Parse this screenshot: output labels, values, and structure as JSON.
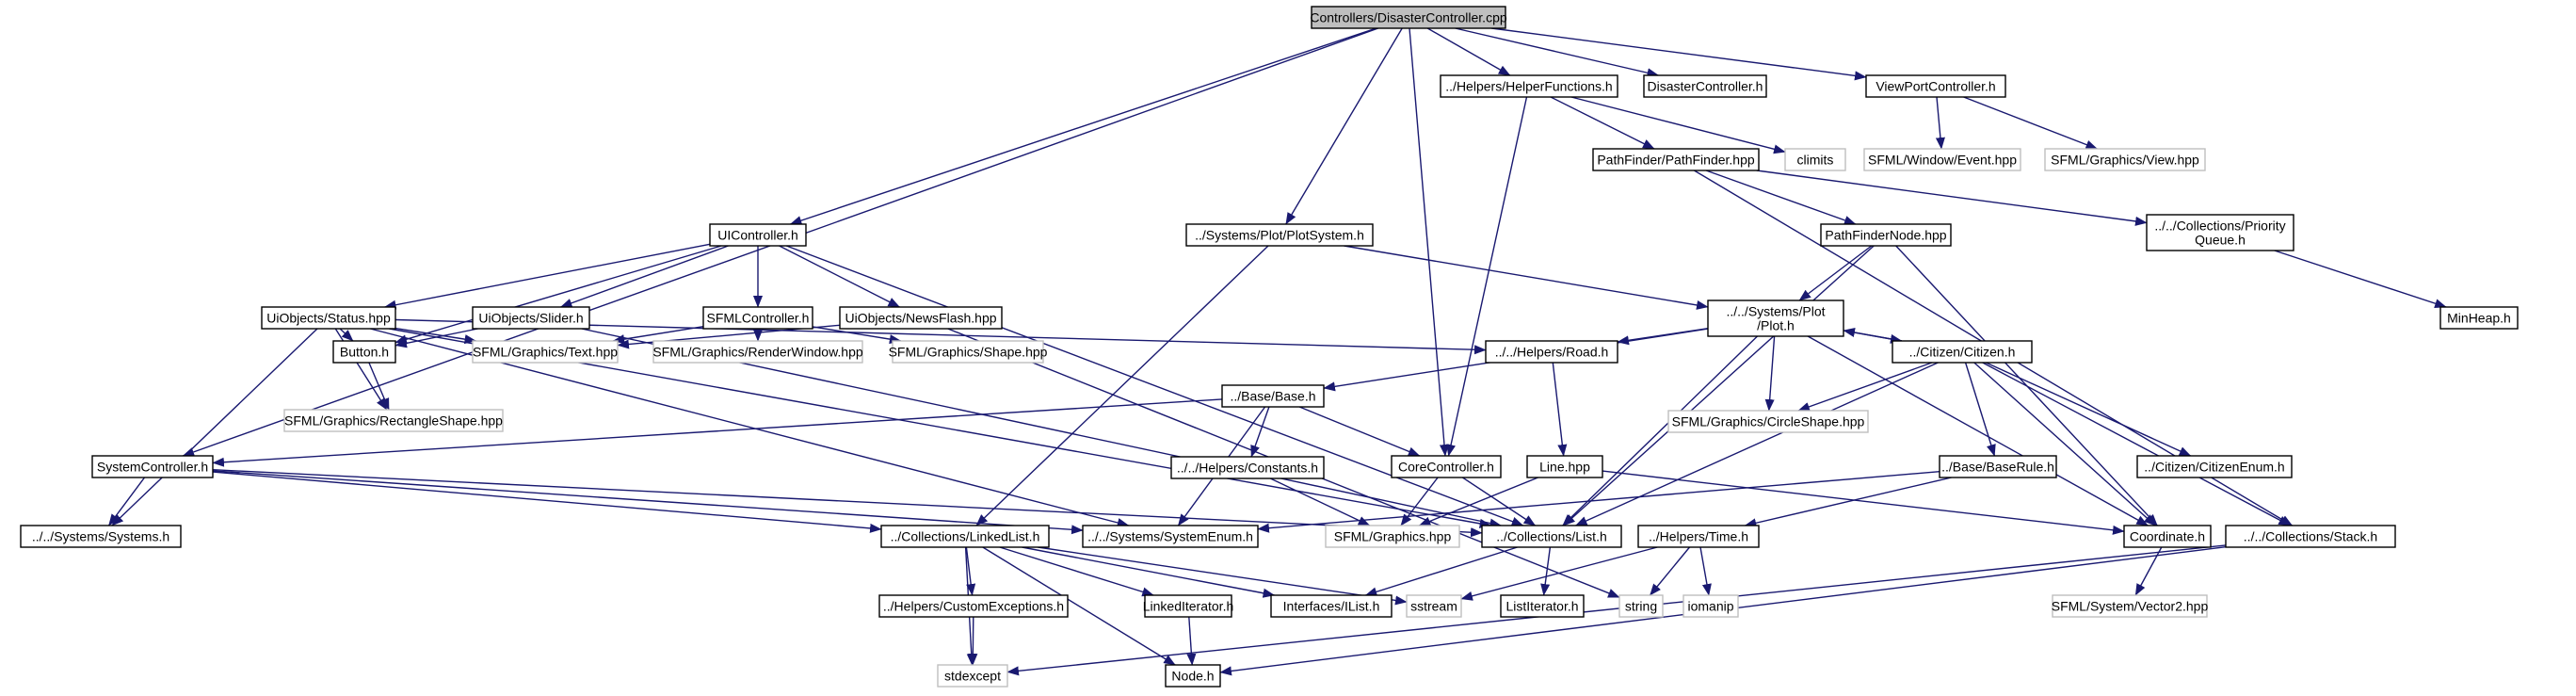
{
  "colors": {
    "edge": "#191970",
    "box_border": "#000000",
    "box_border_system": "#bfbfbf",
    "root_fill": "#bfbfbf",
    "text": "#000000",
    "text_system": "#000000"
  },
  "nodes": [
    {
      "id": "root",
      "label": "Controllers/DisasterController.cpp",
      "kind": "root"
    },
    {
      "id": "helperfunctions",
      "label": "../Helpers/HelperFunctions.h",
      "kind": "local"
    },
    {
      "id": "disastercontroller_h",
      "label": "DisasterController.h",
      "kind": "local"
    },
    {
      "id": "viewportcontroller",
      "label": "ViewPortController.h",
      "kind": "local"
    },
    {
      "id": "climits",
      "label": "climits",
      "kind": "system"
    },
    {
      "id": "sfml_window_event",
      "label": "SFML/Window/Event.hpp",
      "kind": "system"
    },
    {
      "id": "sfml_view",
      "label": "SFML/Graphics/View.hpp",
      "kind": "system"
    },
    {
      "id": "pathfinder",
      "label": "PathFinder/PathFinder.hpp",
      "kind": "local"
    },
    {
      "id": "priorityqueue",
      "label": "../../Collections/Priority\nQueue.h",
      "kind": "local"
    },
    {
      "id": "uicontroller",
      "label": "UIController.h",
      "kind": "local"
    },
    {
      "id": "plotsystem",
      "label": "../Systems/Plot/PlotSystem.h",
      "kind": "local"
    },
    {
      "id": "pathfindernode",
      "label": "PathFinderNode.hpp",
      "kind": "local"
    },
    {
      "id": "plot",
      "label": "../../Systems/Plot\n/Plot.h",
      "kind": "local"
    },
    {
      "id": "minheap",
      "label": "MinHeap.h",
      "kind": "local"
    },
    {
      "id": "status",
      "label": "UiObjects/Status.hpp",
      "kind": "local"
    },
    {
      "id": "slider",
      "label": "UiObjects/Slider.h",
      "kind": "local"
    },
    {
      "id": "sfmlcontroller",
      "label": "SFMLController.h",
      "kind": "local"
    },
    {
      "id": "newsflash",
      "label": "UiObjects/NewsFlash.hpp",
      "kind": "local"
    },
    {
      "id": "button",
      "label": "Button.h",
      "kind": "local"
    },
    {
      "id": "sfml_text",
      "label": "SFML/Graphics/Text.hpp",
      "kind": "system"
    },
    {
      "id": "sfml_renderwindow",
      "label": "SFML/Graphics/RenderWindow.hpp",
      "kind": "system"
    },
    {
      "id": "sfml_shape",
      "label": "SFML/Graphics/Shape.hpp",
      "kind": "system"
    },
    {
      "id": "base",
      "label": "../Base/Base.h",
      "kind": "local"
    },
    {
      "id": "road",
      "label": "../../Helpers/Road.h",
      "kind": "local"
    },
    {
      "id": "citizen",
      "label": "../Citizen/Citizen.h",
      "kind": "local"
    },
    {
      "id": "sfml_rectangleshape",
      "label": "SFML/Graphics/RectangleShape.hpp",
      "kind": "system"
    },
    {
      "id": "systemcontroller",
      "label": "SystemController.h",
      "kind": "local"
    },
    {
      "id": "constants",
      "label": "../../Helpers/Constants.h",
      "kind": "local"
    },
    {
      "id": "corecontroller",
      "label": "CoreController.h",
      "kind": "local"
    },
    {
      "id": "line",
      "label": "Line.hpp",
      "kind": "local"
    },
    {
      "id": "sfml_circleshape",
      "label": "SFML/Graphics/CircleShape.hpp",
      "kind": "system"
    },
    {
      "id": "baserule",
      "label": "../Base/BaseRule.h",
      "kind": "local"
    },
    {
      "id": "citizenenum",
      "label": "../Citizen/CitizenEnum.h",
      "kind": "local"
    },
    {
      "id": "systems",
      "label": "../../Systems/Systems.h",
      "kind": "local"
    },
    {
      "id": "linkedlist",
      "label": "../Collections/LinkedList.h",
      "kind": "local"
    },
    {
      "id": "systemenum",
      "label": "../../Systems/SystemEnum.h",
      "kind": "local"
    },
    {
      "id": "sfml_graphics",
      "label": "SFML/Graphics.hpp",
      "kind": "system"
    },
    {
      "id": "list",
      "label": "../Collections/List.h",
      "kind": "local"
    },
    {
      "id": "time",
      "label": "../Helpers/Time.h",
      "kind": "local"
    },
    {
      "id": "coordinate",
      "label": "Coordinate.h",
      "kind": "local"
    },
    {
      "id": "stack",
      "label": "../../Collections/Stack.h",
      "kind": "local"
    },
    {
      "id": "customexceptions",
      "label": "../Helpers/CustomExceptions.h",
      "kind": "local"
    },
    {
      "id": "linkediterator",
      "label": "LinkedIterator.h",
      "kind": "local"
    },
    {
      "id": "ilist",
      "label": "Interfaces/IList.h",
      "kind": "local"
    },
    {
      "id": "sstream",
      "label": "sstream",
      "kind": "system"
    },
    {
      "id": "string",
      "label": "string",
      "kind": "system"
    },
    {
      "id": "listiterator",
      "label": "ListIterator.h",
      "kind": "local"
    },
    {
      "id": "iomanip",
      "label": "iomanip",
      "kind": "system"
    },
    {
      "id": "sfml_vector2",
      "label": "SFML/System/Vector2.hpp",
      "kind": "system"
    },
    {
      "id": "stdexcept",
      "label": "stdexcept",
      "kind": "system"
    },
    {
      "id": "node",
      "label": "Node.h",
      "kind": "local"
    }
  ],
  "edges": [
    [
      "root",
      "helperfunctions"
    ],
    [
      "root",
      "disastercontroller_h"
    ],
    [
      "root",
      "viewportcontroller"
    ],
    [
      "root",
      "uicontroller"
    ],
    [
      "root",
      "plotsystem"
    ],
    [
      "root",
      "corecontroller"
    ],
    [
      "root",
      "systemcontroller"
    ],
    [
      "helperfunctions",
      "pathfinder"
    ],
    [
      "helperfunctions",
      "climits"
    ],
    [
      "helperfunctions",
      "corecontroller"
    ],
    [
      "viewportcontroller",
      "sfml_window_event"
    ],
    [
      "viewportcontroller",
      "sfml_view"
    ],
    [
      "pathfinder",
      "pathfindernode"
    ],
    [
      "pathfinder",
      "priorityqueue"
    ],
    [
      "pathfinder",
      "stack"
    ],
    [
      "priorityqueue",
      "minheap"
    ],
    [
      "pathfindernode",
      "plot"
    ],
    [
      "pathfindernode",
      "coordinate"
    ],
    [
      "pathfindernode",
      "list"
    ],
    [
      "uicontroller",
      "status"
    ],
    [
      "uicontroller",
      "slider"
    ],
    [
      "uicontroller",
      "sfmlcontroller"
    ],
    [
      "uicontroller",
      "newsflash"
    ],
    [
      "uicontroller",
      "button"
    ],
    [
      "uicontroller",
      "list"
    ],
    [
      "plotsystem",
      "plot"
    ],
    [
      "plotsystem",
      "linkedlist"
    ],
    [
      "plot",
      "base"
    ],
    [
      "plot",
      "road"
    ],
    [
      "plot",
      "citizen"
    ],
    [
      "plot",
      "sfml_circleshape"
    ],
    [
      "plot",
      "list"
    ],
    [
      "plot",
      "coordinate"
    ],
    [
      "citizen",
      "plot"
    ],
    [
      "citizen",
      "sfml_circleshape"
    ],
    [
      "citizen",
      "baserule"
    ],
    [
      "citizen",
      "citizenenum"
    ],
    [
      "citizen",
      "list"
    ],
    [
      "citizen",
      "coordinate"
    ],
    [
      "citizen",
      "stack"
    ],
    [
      "status",
      "button"
    ],
    [
      "status",
      "sfml_text"
    ],
    [
      "status",
      "sfml_rectangleshape"
    ],
    [
      "status",
      "road"
    ],
    [
      "status",
      "systems"
    ],
    [
      "status",
      "systemenum"
    ],
    [
      "status",
      "list"
    ],
    [
      "slider",
      "button"
    ],
    [
      "slider",
      "list"
    ],
    [
      "sfmlcontroller",
      "sfml_text"
    ],
    [
      "sfmlcontroller",
      "sfml_renderwindow"
    ],
    [
      "sfmlcontroller",
      "sfml_shape"
    ],
    [
      "newsflash",
      "sfml_text"
    ],
    [
      "newsflash",
      "string"
    ],
    [
      "button",
      "sfml_rectangleshape"
    ],
    [
      "base",
      "systemcontroller"
    ],
    [
      "base",
      "constants"
    ],
    [
      "base",
      "corecontroller"
    ],
    [
      "base",
      "systemenum"
    ],
    [
      "systemcontroller",
      "systems"
    ],
    [
      "systemcontroller",
      "linkedlist"
    ],
    [
      "systemcontroller",
      "systemenum"
    ],
    [
      "systemcontroller",
      "list"
    ],
    [
      "constants",
      "sfml_graphics"
    ],
    [
      "corecontroller",
      "sfml_graphics"
    ],
    [
      "corecontroller",
      "list"
    ],
    [
      "line",
      "sfml_graphics"
    ],
    [
      "line",
      "coordinate"
    ],
    [
      "road",
      "line"
    ],
    [
      "baserule",
      "time"
    ],
    [
      "baserule",
      "systemenum"
    ],
    [
      "linkedlist",
      "customexceptions"
    ],
    [
      "linkedlist",
      "linkediterator"
    ],
    [
      "linkedlist",
      "ilist"
    ],
    [
      "linkedlist",
      "node"
    ],
    [
      "linkedlist",
      "stdexcept"
    ],
    [
      "linkedlist",
      "sstream"
    ],
    [
      "list",
      "ilist"
    ],
    [
      "list",
      "listiterator"
    ],
    [
      "time",
      "sstream"
    ],
    [
      "time",
      "string"
    ],
    [
      "time",
      "iomanip"
    ],
    [
      "coordinate",
      "sfml_vector2"
    ],
    [
      "stack",
      "node"
    ],
    [
      "stack",
      "stdexcept"
    ],
    [
      "customexceptions",
      "stdexcept"
    ],
    [
      "linkediterator",
      "node"
    ]
  ]
}
